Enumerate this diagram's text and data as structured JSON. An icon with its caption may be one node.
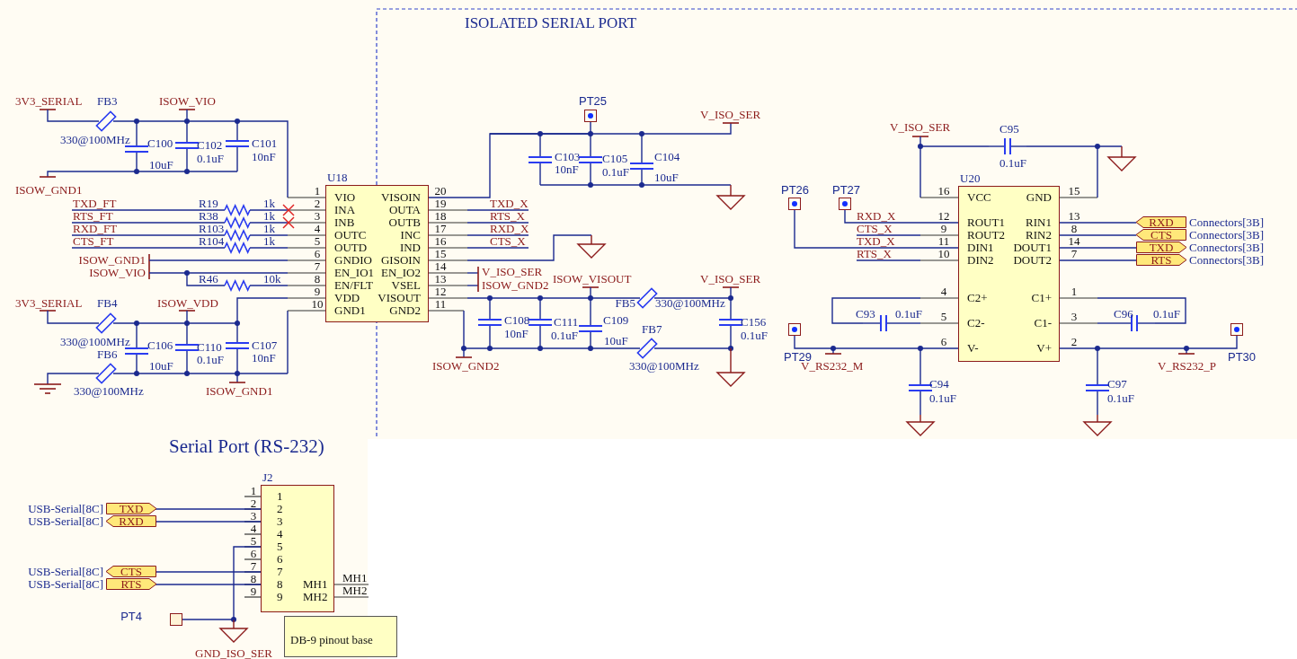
{
  "diagram": {
    "nodes": [
      {
        "text": [
          "U18"
        ]
      },
      {
        "text": [],
        "shape": "box",
        "beside": [
          "PT25"
        ]
      },
      {
        "text": [],
        "shape": "box",
        "beside": [
          "PT26"
        ]
      },
      {
        "text": [],
        "shape": "box",
        "beside": [
          "PT27"
        ]
      },
      {
        "text": [
          "U20"
        ]
      },
      {
        "text": [
          "RXD"
        ],
        "beside": [
          "Connectors[3B]"
        ]
      },
      {
        "text": [
          "CTS"
        ],
        "beside": [
          "Connectors[3B]"
        ]
      },
      {
        "text": [
          "TXD"
        ],
        "beside": [
          "Connectors[3B]"
        ]
      },
      {
        "text": [
          "RTS"
        ],
        "beside": [
          "Connectors[3B]"
        ]
      },
      {
        "text": [],
        "shape": "box",
        "beside": [
          "PT29"
        ]
      },
      {
        "text": [],
        "shape": "box",
        "beside": [
          "PT30"
        ]
      },
      {
        "text": [
          "J2"
        ]
      },
      {
        "text": [
          "TXD"
        ],
        "beside": [
          "USB-Serial[8C]"
        ]
      },
      {
        "text": [
          "RXD"
        ],
        "beside": [
          "USB-Serial[8C]"
        ]
      },
      {
        "text": [
          "CTS"
        ],
        "beside": [
          "USB-Serial[8C]"
        ]
      },
      {
        "text": [
          "RTS"
        ],
        "beside": [
          "USB-Serial[8C]"
        ]
      },
      {
        "text": [],
        "shape": "box",
        "beside": [
          "PT4"
        ]
      },
      {
        "text": [
          "DB-9 pinout base"
        ]
      }
    ],
    "edges": [
      {
        "from": 1,
        "to": 0,
        "arrow": "none"
      },
      {
        "from": 3,
        "to": 4,
        "arrow": "none"
      },
      {
        "from": 2,
        "to": 4,
        "arrow": "none"
      },
      {
        "from": 4,
        "to": 5,
        "arrow": "none"
      },
      {
        "from": 4,
        "to": 6,
        "arrow": "none"
      },
      {
        "from": 4,
        "to": 7,
        "arrow": "none"
      },
      {
        "from": 4,
        "to": 8,
        "arrow": "none"
      },
      {
        "from": 9,
        "to": 4,
        "arrow": "none"
      },
      {
        "from": 10,
        "to": 4,
        "arrow": "none"
      },
      {
        "from": 12,
        "to": 11,
        "arrow": "none"
      },
      {
        "from": 13,
        "to": 11,
        "arrow": "none"
      },
      {
        "from": 14,
        "to": 11,
        "arrow": "none"
      },
      {
        "from": 15,
        "to": 11,
        "arrow": "none"
      },
      {
        "from": 16,
        "to": 11,
        "arrow": "none"
      }
    ],
    "labels": [
      "ISOLATED SERIAL PORT",
      "3V3_SERIAL",
      "FB3",
      "ISOW_VIO",
      "330@100MHz",
      "C100",
      "C102",
      "C101",
      "0.1uF",
      "10nF",
      "10uF",
      "ISOW_GND1",
      "1",
      "VIO",
      "VISOIN",
      "20",
      "2",
      "INA",
      "OUTA",
      "19",
      "3",
      "INB",
      "OUTB",
      "18",
      "4",
      "OUTC",
      "INC",
      "17",
      "5",
      "OUTD",
      "IND",
      "16",
      "6",
      "GNDIO",
      "GISOIN",
      "15",
      "7",
      "EN_IO1",
      "EN_IO2",
      "14",
      "8",
      "EN/FLT",
      "VSEL",
      "13",
      "9",
      "VDD",
      "VISOUT",
      "12",
      "10",
      "GND1",
      "GND2",
      "11",
      "TXD_FT",
      "R19",
      "1k",
      "RTS_FT",
      "R38",
      "1k",
      "RXD_FT",
      "R103",
      "1k",
      "CTS_FT",
      "R104",
      "1k",
      "ISOW_GND1",
      "ISOW_VIO",
      "R46",
      "10k",
      "TXD_X",
      "RTS_X",
      "RXD_X",
      "CTS_X",
      "V_ISO_SER",
      "ISOW_GND2",
      "V_ISO_SER",
      "C103",
      "C105",
      "C104",
      "10nF",
      "0.1uF",
      "10uF",
      "3V3_SERIAL",
      "FB4",
      "ISOW_VDD",
      "ISOW_VISOUT",
      "V_ISO_SER",
      "FB5",
      "330@100MHz",
      "C108",
      "C111",
      "C109",
      "C156",
      "10nF",
      "0.1uF",
      "FB7",
      "0.1uF",
      "10uF",
      "330@100MHz",
      "C106",
      "C110",
      "C107",
      "FB6",
      "0.1uF",
      "10nF",
      "10uF",
      "330@100MHz",
      "ISOW_GND1",
      "ISOW_GND2",
      "330@100MHz",
      "V_ISO_SER",
      "C95",
      "0.1uF",
      "16",
      "VCC",
      "GND",
      "15",
      "12",
      "ROUT1",
      "RIN1",
      "13",
      "9",
      "ROUT2",
      "RIN2",
      "8",
      "11",
      "DIN1",
      "DOUT1",
      "14",
      "10",
      "DIN2",
      "DOUT2",
      "7",
      "4",
      "C2+",
      "C1+",
      "1",
      "5",
      "C2-",
      "C1-",
      "3",
      "6",
      "V-",
      "V+",
      "2",
      "RXD_X",
      "CTS_X",
      "TXD_X",
      "RTS_X",
      "C93",
      "0.1uF",
      "C96",
      "0.1uF",
      "V_RS232_M",
      "V_RS232_P",
      "C94",
      "0.1uF",
      "C97",
      "0.1uF",
      "Serial Port (RS-232)",
      "1",
      "1",
      "2",
      "2",
      "3",
      "3",
      "4",
      "4",
      "5",
      "5",
      "6",
      "6",
      "7",
      "7",
      "8",
      "8",
      "9",
      "9",
      "MH1",
      "MH2",
      "MH1",
      "MH2",
      "GND_ISO_SER"
    ]
  }
}
